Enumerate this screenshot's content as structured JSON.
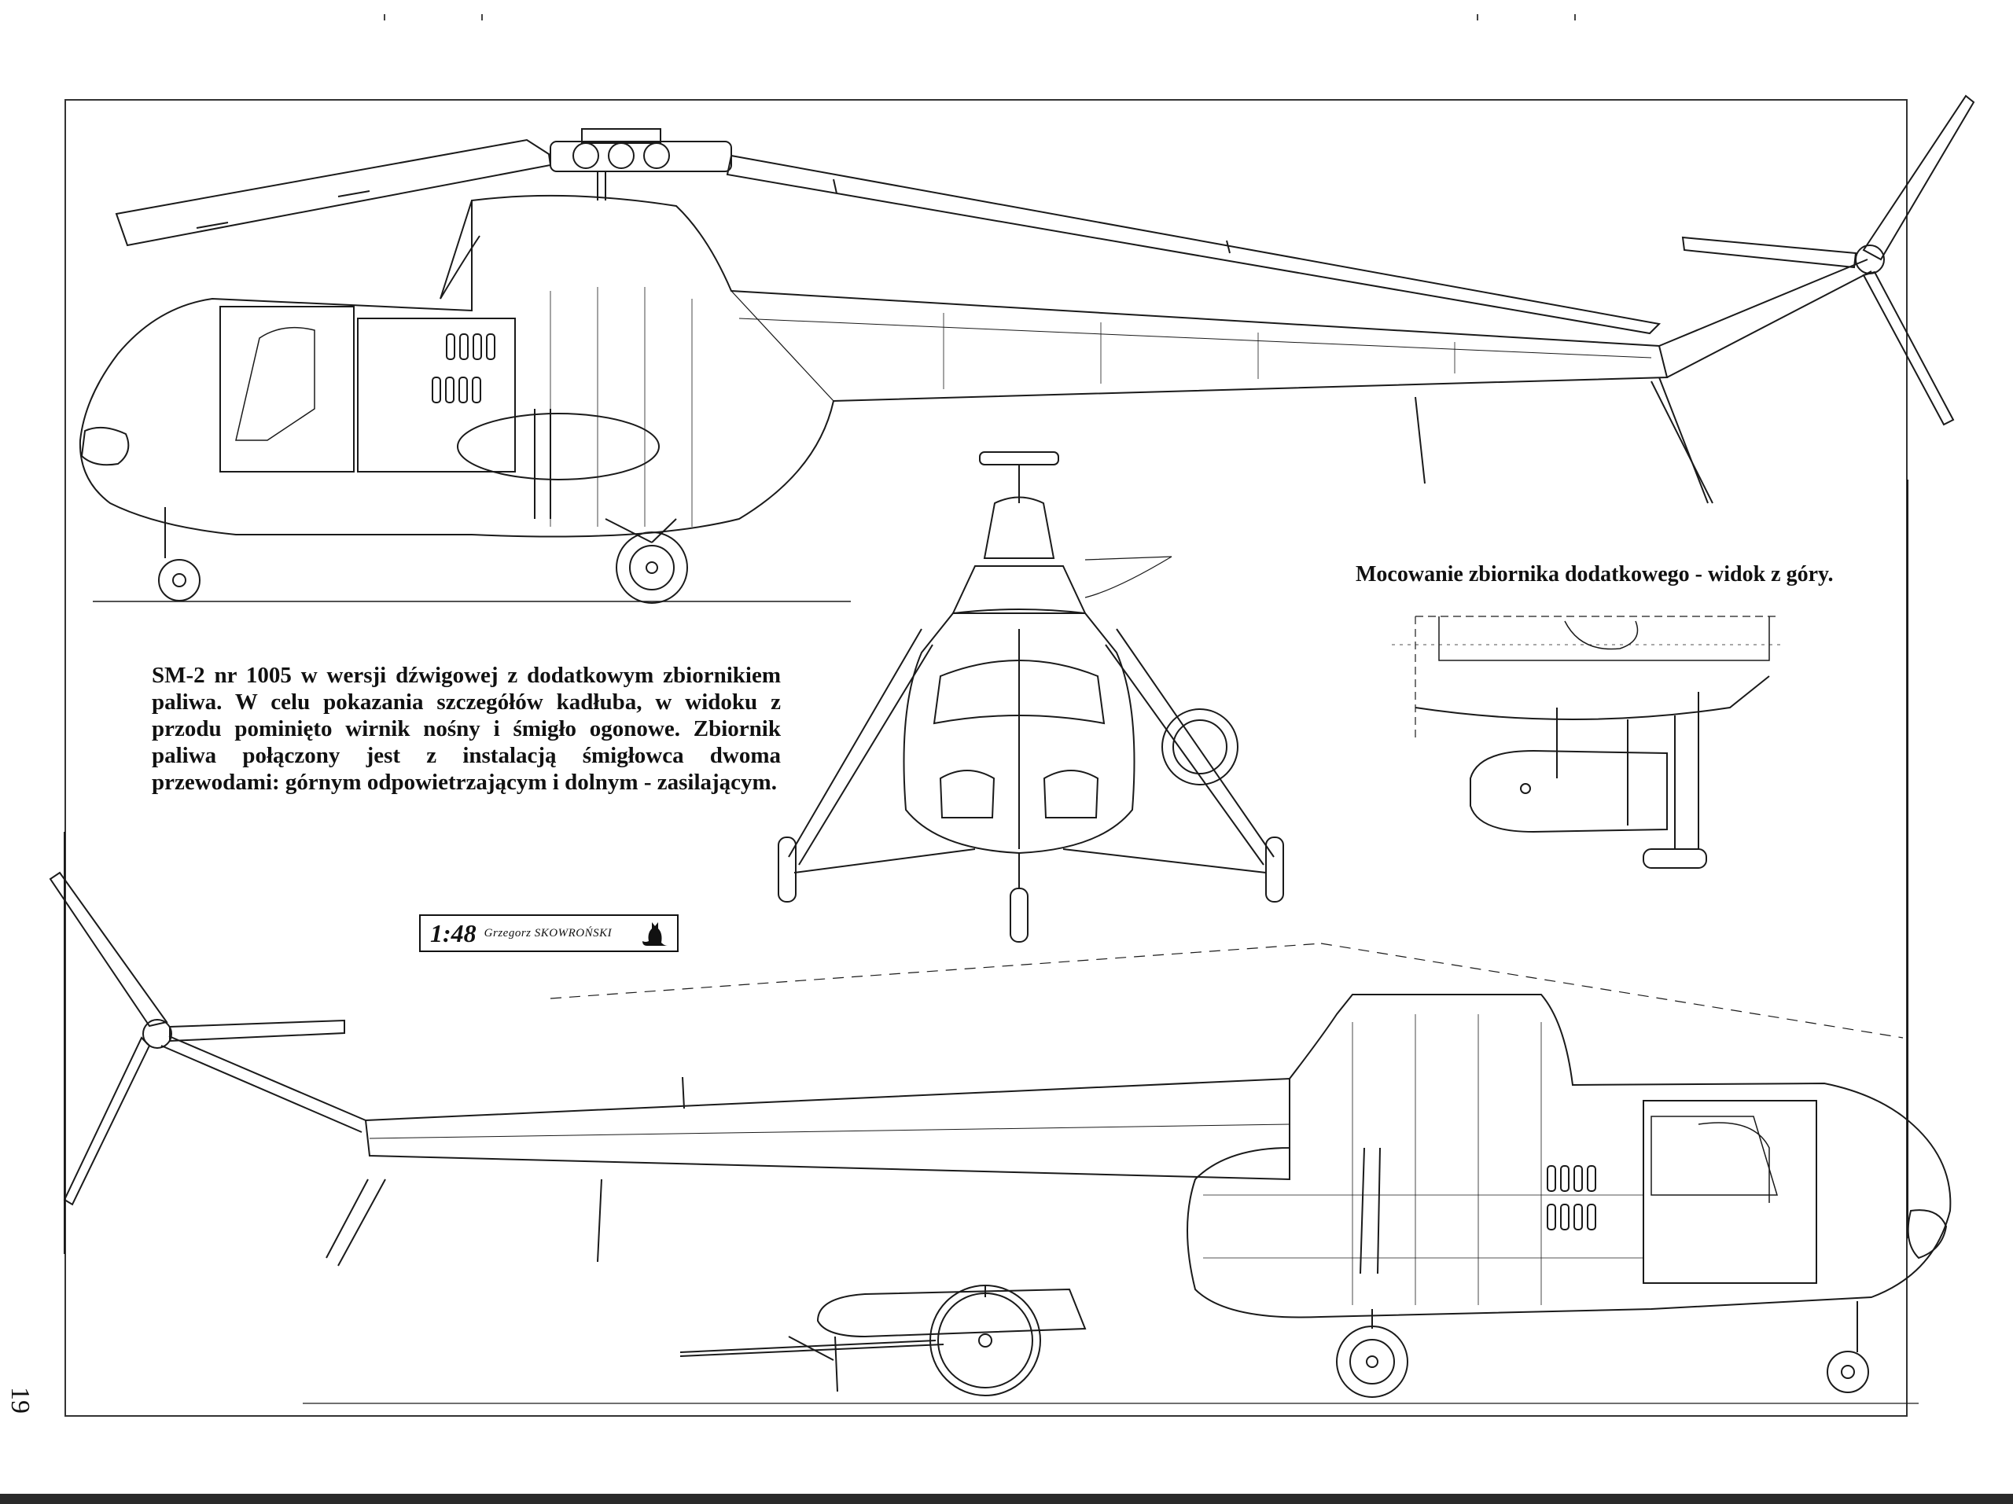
{
  "caption": {
    "text": "SM-2 nr 1005 w wersji dźwigowej z dodatkowym zbiornikiem paliwa. W celu pokazania szczegółów kadłuba, w widoku z przodu pominięto wirnik nośny i śmigło ogonowe. Zbiornik paliwa połączony jest z instalacją śmigłowca dwoma przewodami: górnym odpowietrzającym i dolnym - zasilającym."
  },
  "detail_view": {
    "title": "Mocowanie zbiornika dodatkowego - widok z góry."
  },
  "scale_box": {
    "scale": "1:48",
    "author": "Grzegorz SKOWROŃSKI",
    "logo_icon": "cat-icon"
  },
  "page": {
    "number": "19"
  },
  "colors": {
    "line": "#1a1a1a",
    "paper": "#ffffff"
  }
}
